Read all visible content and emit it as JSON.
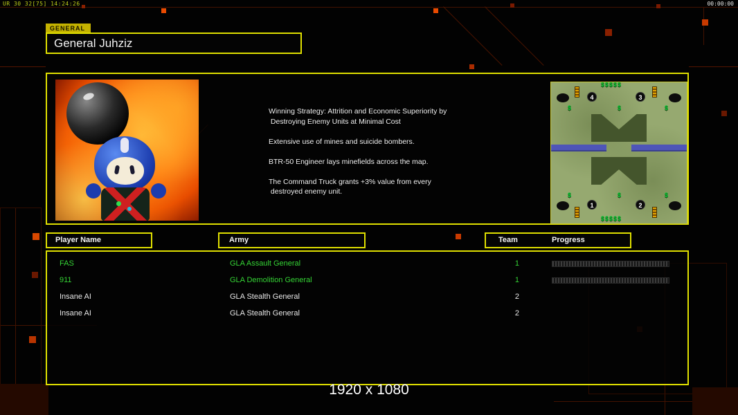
{
  "statusbar": {
    "left": "UR 30 32[75] 14:24:26",
    "right": "00:00:00"
  },
  "general": {
    "tab_label": "GENERAL",
    "name": "General Juhziz"
  },
  "strategy": {
    "lines": [
      "Winning Strategy: Attrition and Economic Superiority by",
      " Destroying Enemy Units at Minimal Cost",
      "",
      "Extensive use of mines and suicide bombers.",
      "",
      "BTR-50 Engineer lays minefields across the map.",
      "",
      "The Command Truck grants +3% value from every",
      " destroyed enemy unit."
    ]
  },
  "map": {
    "positions": [
      "4",
      "3",
      "1",
      "2"
    ],
    "money_row": "$$$$$",
    "money": "$"
  },
  "table": {
    "headers": {
      "player": "Player Name",
      "army": "Army",
      "team": "Team",
      "progress": "Progress"
    },
    "rows": [
      {
        "player": "FAS",
        "army": "GLA Assault General",
        "team": "1",
        "color": "green",
        "has_progress": true
      },
      {
        "player": "911",
        "army": "GLA Demolition General",
        "team": "1",
        "color": "green",
        "has_progress": true
      },
      {
        "player": "Insane AI",
        "army": "GLA Stealth General",
        "team": "2",
        "color": "white",
        "has_progress": false
      },
      {
        "player": "Insane AI",
        "army": "GLA Stealth General",
        "team": "2",
        "color": "white",
        "has_progress": false
      }
    ]
  },
  "footer": {
    "resolution": "1920 x 1080"
  },
  "colors": {
    "accent_yellow": "#e0e000",
    "ally_green": "#35d435",
    "neutral_white": "#e8e8e8",
    "decor_orange": "#e84a00"
  }
}
